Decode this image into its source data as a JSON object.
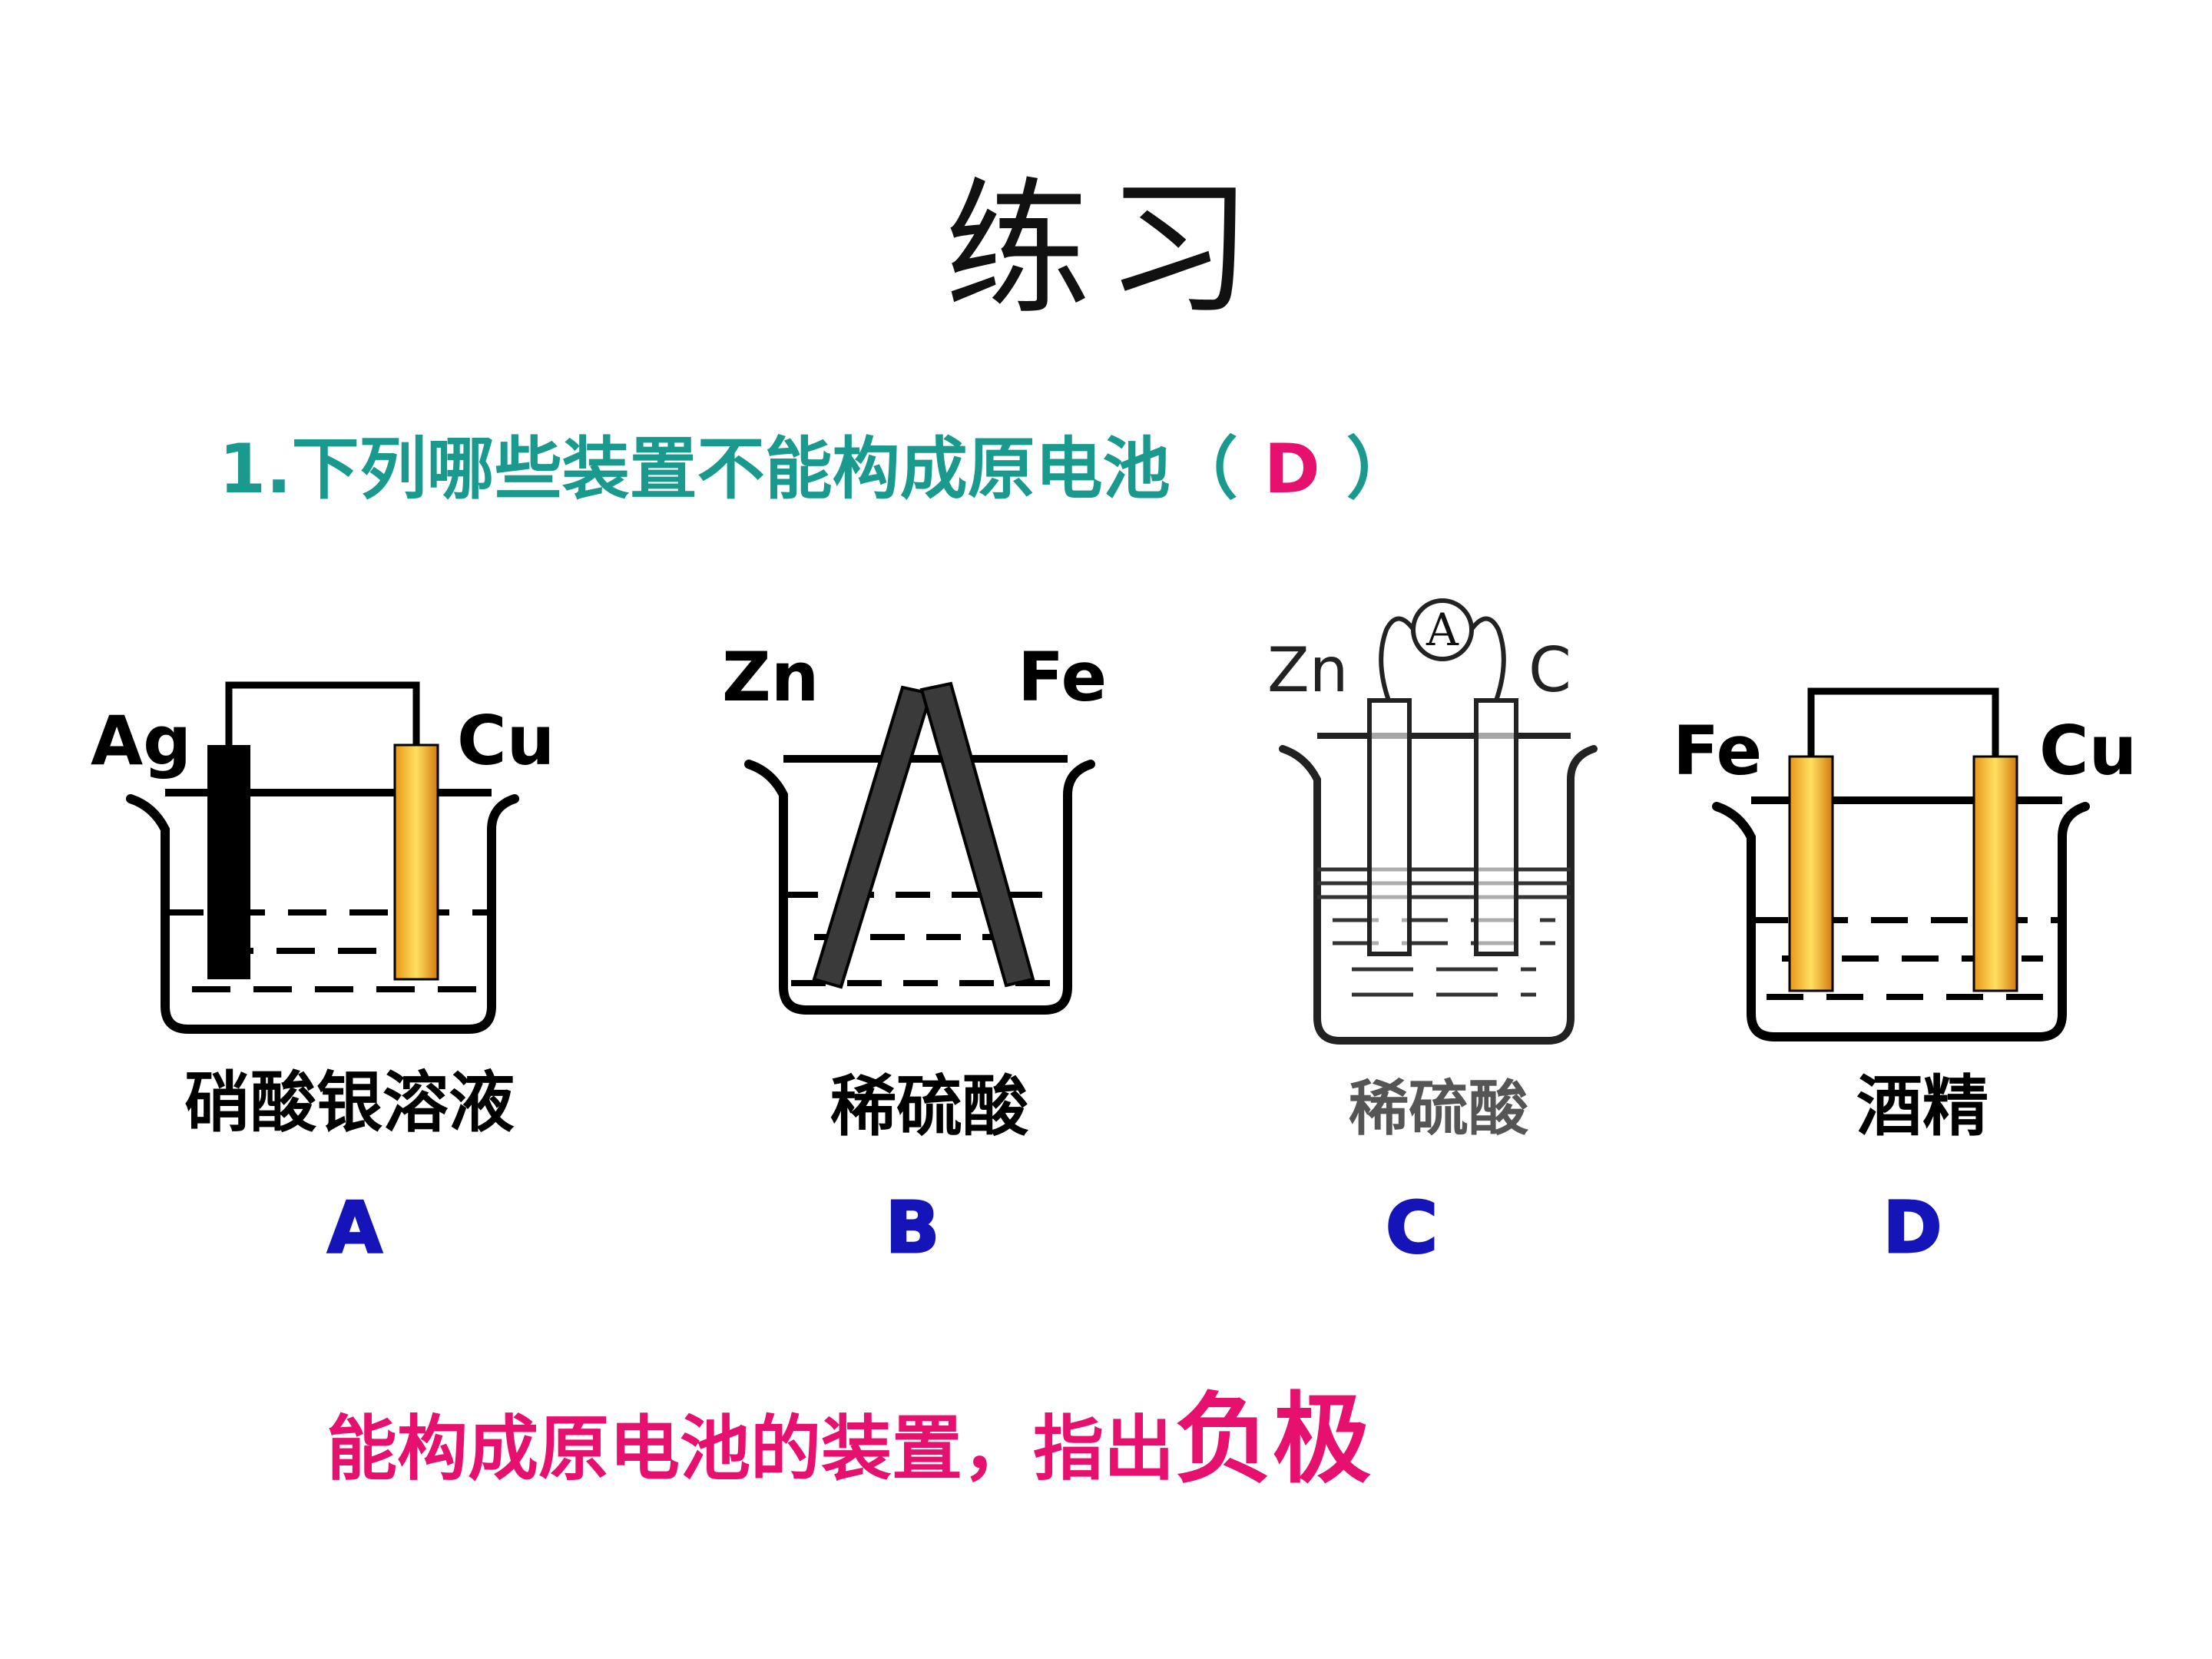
{
  "slide": {
    "title": "练习",
    "question": {
      "prefix": "1.下列哪些装置不能构成原电池（",
      "answer": "D",
      "suffix": "）"
    },
    "bottom": {
      "text": "能构成原电池的装置，指出",
      "emphasis": "负极"
    }
  },
  "devices": [
    {
      "letter": "A",
      "solution": "硝酸银溶液",
      "left_electrode": "Ag",
      "right_electrode": "Cu"
    },
    {
      "letter": "B",
      "solution": "稀硫酸",
      "left_electrode": "Zn",
      "right_electrode": "Fe"
    },
    {
      "letter": "C",
      "solution": "稀硫酸",
      "left_electrode": "Zn",
      "right_electrode": "C",
      "meter": "A"
    },
    {
      "letter": "D",
      "solution": "酒精",
      "left_electrode": "Fe",
      "right_electrode": "Cu"
    }
  ],
  "colors": {
    "question": "#1a9a8e",
    "answer": "#e6116e",
    "letters": "#1414b8",
    "copper_electrode": "#f0a020",
    "silver_electrode": "#000000",
    "strip": "#3a3a3a"
  }
}
